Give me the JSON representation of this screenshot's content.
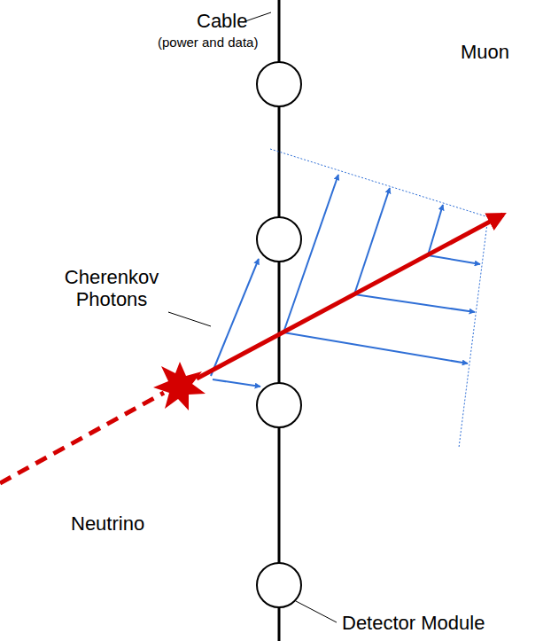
{
  "diagram": {
    "labels": [
      "Cable",
      "(power and data)",
      "Muon",
      "Cherenkov Photons",
      "Neutrino",
      "Detector Module"
    ]
  }
}
